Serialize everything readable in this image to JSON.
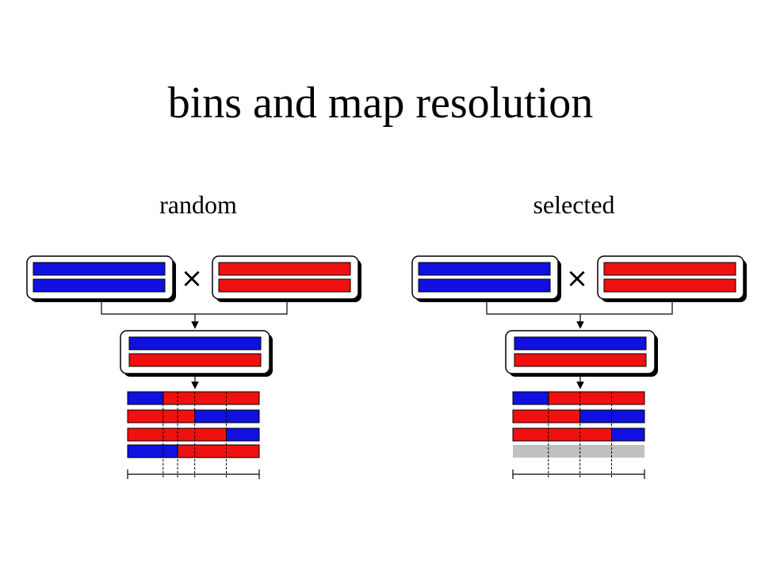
{
  "title": "bins and map resolution",
  "panels": [
    {
      "label": "random",
      "operator": "×",
      "offspring_rows": [
        [
          "blue",
          "red"
        ],
        [
          "red",
          "blue"
        ],
        [
          "red",
          "blue"
        ],
        [
          "blue",
          "red"
        ]
      ],
      "breakpoints": [
        0.27,
        0.51,
        0.75,
        0.38
      ],
      "bin_boundaries": [
        0.27,
        0.38,
        0.51,
        0.75
      ],
      "extra_gray_row": false
    },
    {
      "label": "selected",
      "operator": "×",
      "offspring_rows": [
        [
          "blue",
          "red"
        ],
        [
          "red",
          "blue"
        ],
        [
          "red",
          "blue"
        ],
        [
          "gray"
        ]
      ],
      "breakpoints": [
        0.27,
        0.51,
        0.75,
        null
      ],
      "bin_boundaries": [
        0.27,
        0.51,
        0.75
      ],
      "extra_gray_row": true
    }
  ],
  "colors": {
    "blue": "#1010e0",
    "red": "#f01010",
    "gray": "#c0c0c0",
    "outline": "#000000"
  }
}
